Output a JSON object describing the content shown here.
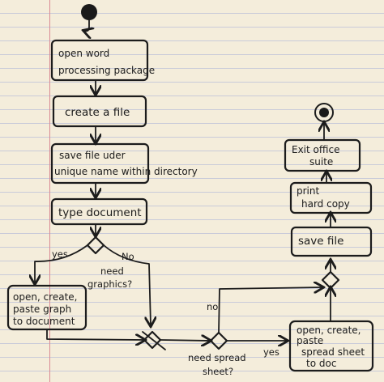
{
  "diagram": {
    "open_word": [
      "open word",
      "processing package"
    ],
    "create_file": "create a file",
    "save_file": [
      "save file uder",
      "unique name within directory"
    ],
    "type_document": "type document",
    "need_graphics": [
      "need",
      "graphics?"
    ],
    "yes_graphics": "yes",
    "no_graphics": "No",
    "paste_graph": [
      "open, create,",
      "paste graph",
      "to document"
    ],
    "need_spreadsheet": [
      "need spread",
      "sheet?"
    ],
    "yes_spreadsheet": "yes",
    "no_spreadsheet": "no",
    "paste_spreadsheet": [
      "open, create,",
      "paste",
      "spread sheet",
      "to doc"
    ],
    "save_file_right": "save file",
    "print_hard_copy": [
      "print",
      "hard copy"
    ],
    "exit_office": [
      "Exit office",
      "suite"
    ]
  }
}
